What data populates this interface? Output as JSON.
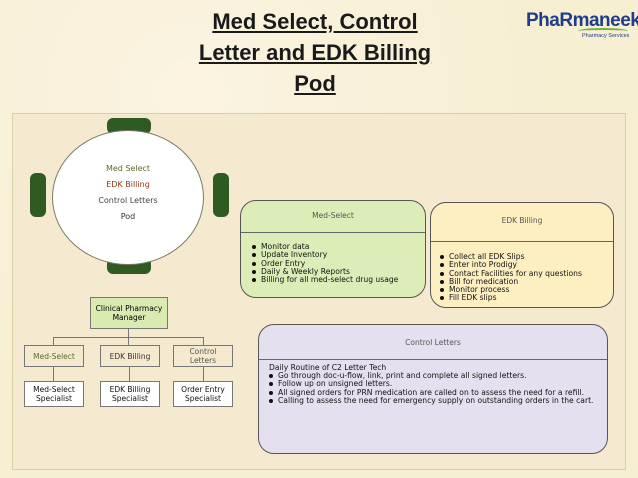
{
  "title": {
    "line1": "Med Select, Control",
    "line2": "Letter and EDK Billing",
    "line3": "Pod"
  },
  "logo": {
    "name": "PhaRmaneek",
    "tagline": "Pharmacy Services"
  },
  "round_table": {
    "items": [
      "Med Select",
      "EDK Billing",
      "Control Letters",
      "Pod"
    ]
  },
  "med_select_box": {
    "title": "Med-Select",
    "items": [
      "Monitor data",
      "Update Inventory",
      "Order Entry",
      "Daily & Weekly Reports",
      "Billing for all med-select drug usage"
    ]
  },
  "edk_box": {
    "title": "EDK Billing",
    "items": [
      "Collect all EDK Slips",
      "Enter into Prodigy",
      "Contact Facilities for any questions",
      "Bill for medication",
      "Monitor process",
      "Fill EDK slips"
    ]
  },
  "control_box": {
    "title": "Control Letters",
    "intro": "Daily Routine of C2 Letter Tech",
    "items": [
      "Go through doc-u-flow, link, print and complete all signed letters.",
      "Follow up on unsigned letters.",
      "All signed orders for PRN medication are called on to assess the need for a refill.",
      "Calling to assess the need for emergency supply on outstanding orders in the cart."
    ]
  },
  "org_chart": {
    "top": "Clinical Pharmacy Manager",
    "mid": [
      "Med-Select",
      "EDK Billing",
      "Control Letters"
    ],
    "bottom": [
      "Med-Select Specialist",
      "EDK Billing Specialist",
      "Order Entry Specialist"
    ]
  },
  "colors": {
    "chair": "#2f5a22",
    "med_select_fill": "#dcedb7",
    "edk_fill": "#fdefc2",
    "control_fill": "#e4e0ef",
    "org_top_fill": "#d9ebb0"
  }
}
